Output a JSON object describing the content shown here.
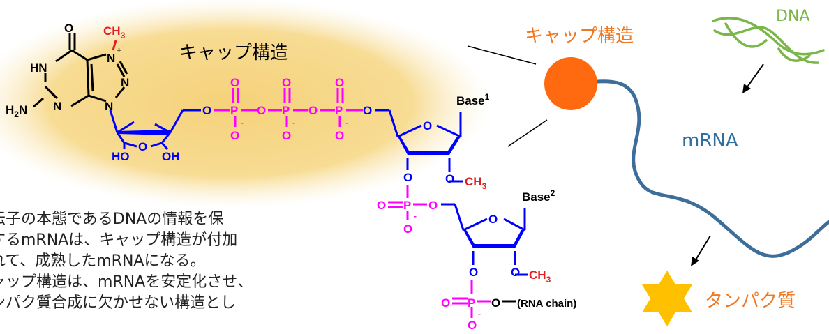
{
  "colors": {
    "glow": "#f5d27a",
    "cap_structure": "#000000",
    "guanine_black": "#000000",
    "methyl_red": "#e02020",
    "phosphate_magenta": "#ff00ff",
    "ribose_blue": "#0000ff",
    "cap_label_orange": "#f07820",
    "cap_ball": "#ff6a10",
    "mrna_line": "#3d6e99",
    "mrna_label": "#2f6f9f",
    "dna_green": "#7ab648",
    "protein_yellow": "#ffc000",
    "protein_label": "#f07820"
  },
  "molecule": {
    "title": "キャップ構造",
    "atoms": {
      "guanine_O": "O",
      "methyl": "CH",
      "methyl_sub": "3",
      "N7_plus": "N",
      "plus": "+",
      "HN": "HN",
      "N_bridge": "N",
      "N3": "N",
      "N9": "N",
      "H2N": "H",
      "H2N_sub": "2",
      "H2N_N": "N",
      "HO": "HO",
      "OH": "OH",
      "ribose1_O": "O",
      "link_O": "O",
      "P": "P",
      "bridge_O": "O",
      "minus": "-",
      "base1": "Base",
      "base1_sup": "1",
      "base2": "Base",
      "base2_sup": "2",
      "och3": "O",
      "ch3": "CH",
      "ch3_sub": "3",
      "rna_chain": "(RNA chain)"
    }
  },
  "diagram": {
    "cap_label": "キャップ構造",
    "dna_label": "DNA",
    "mrna_label": "mRNA",
    "protein_label": "タンパク質"
  },
  "text": {
    "lines": [
      "伝子の本態であるDNAの情報を保",
      "するmRNAは、キャップ構造が付加",
      "れて、成熟したmRNAになる。",
      "ャップ構造は、mRNAを安定化させ、",
      "ンパク質合成に欠かせない構造とし"
    ]
  }
}
